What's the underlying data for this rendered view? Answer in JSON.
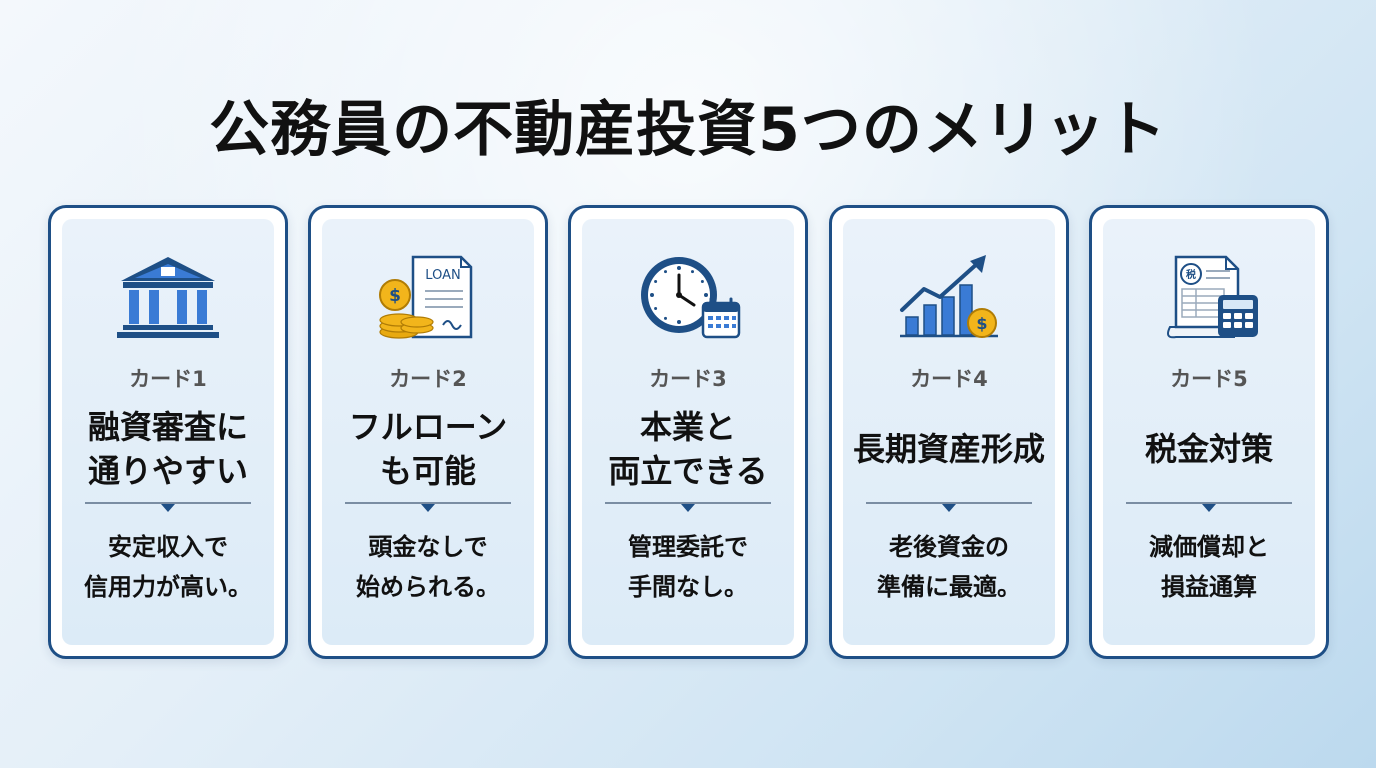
{
  "title": "公務員の不動産投資5つのメリット",
  "colors": {
    "navy": "#1e4f86",
    "blue": "#3a7bd5",
    "gold": "#f2b51b",
    "card_bg": "#e3eff9"
  },
  "cards": [
    {
      "icon": "bank-icon",
      "label": "カード1",
      "heading": [
        "融資審査に",
        "通りやすい"
      ],
      "description": [
        "安定収入で",
        "信用力が高い。"
      ]
    },
    {
      "icon": "loan-document-coins-icon",
      "icon_text": "LOAN",
      "label": "カード2",
      "heading": [
        "フルローン",
        "も可能"
      ],
      "description": [
        "頭金なしで",
        "始められる。"
      ]
    },
    {
      "icon": "clock-calendar-icon",
      "label": "カード3",
      "heading": [
        "本業と",
        "両立できる"
      ],
      "description": [
        "管理委託で",
        "手間なし。"
      ]
    },
    {
      "icon": "growth-chart-icon",
      "label": "カード4",
      "heading": [
        "長期資産形成"
      ],
      "description": [
        "老後資金の",
        "準備に最適。"
      ]
    },
    {
      "icon": "tax-document-calculator-icon",
      "icon_text": "税",
      "label": "カード5",
      "heading": [
        "税金対策"
      ],
      "description": [
        "減価償却と",
        "損益通算"
      ]
    }
  ]
}
